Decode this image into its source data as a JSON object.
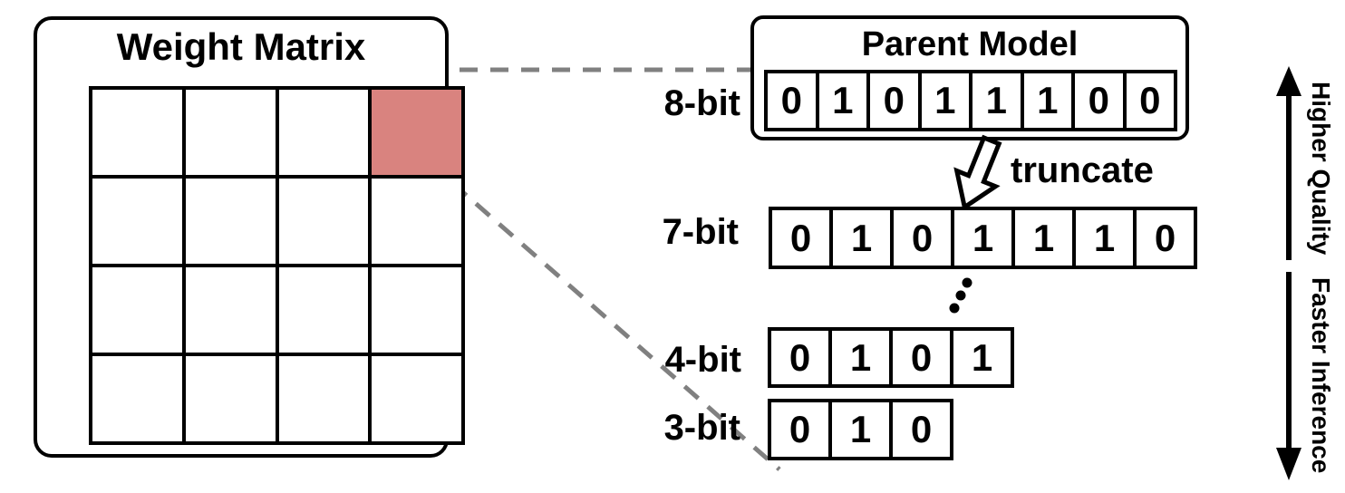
{
  "palette": {
    "black": "#000000",
    "gray": "#808080",
    "highlight": "#d9837f"
  },
  "weight_matrix": {
    "title": "Weight Matrix",
    "rows": 4,
    "cols": 4,
    "highlighted_cell": {
      "row": 1,
      "col": 4
    }
  },
  "parent_model": {
    "title": "Parent Model"
  },
  "truncate_label": "truncate",
  "bit_rows": [
    {
      "label": "8-bit",
      "bits": [
        "0",
        "1",
        "0",
        "1",
        "1",
        "1",
        "0",
        "0"
      ]
    },
    {
      "label": "7-bit",
      "bits": [
        "0",
        "1",
        "0",
        "1",
        "1",
        "1",
        "0"
      ]
    },
    {
      "label": "4-bit",
      "bits": [
        "0",
        "1",
        "0",
        "1"
      ]
    },
    {
      "label": "3-bit",
      "bits": [
        "0",
        "1",
        "0"
      ]
    }
  ],
  "axis": {
    "top_label": "Higher Quality",
    "bottom_label": "Faster Inference"
  },
  "icons": {
    "truncate_arrow": "hollow-arrow-down-left",
    "ellipsis_dots": "vertical-dots",
    "quality_arrow": "arrow-up",
    "inference_arrow": "arrow-down"
  }
}
